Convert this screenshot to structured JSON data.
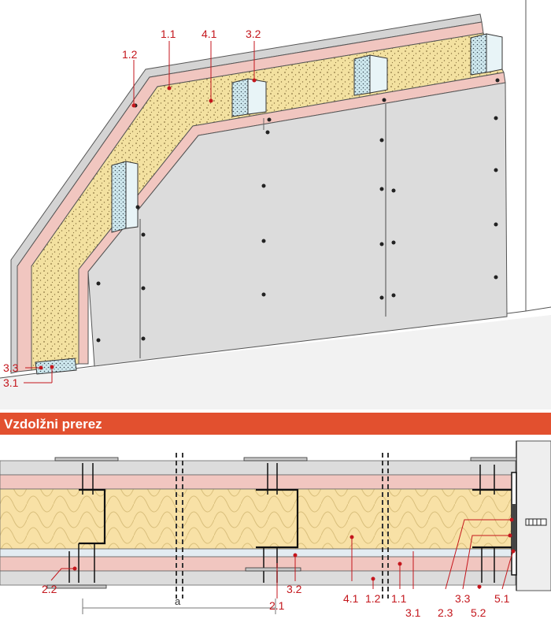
{
  "section_title": "Vzdolžni prerez",
  "dimension_label": "a",
  "colors": {
    "banner": "#e2502f",
    "leader": "#c4161c",
    "board": "#d9d9d9",
    "pink_board": "#f1c6c0",
    "insulation": "#f3e1a0",
    "profile": "#bfe0e8"
  },
  "perspective_labels": {
    "l_1_2": "1.2",
    "l_1_1": "1.1",
    "l_4_1": "4.1",
    "l_3_2": "3.2",
    "l_3_3": "3.3",
    "l_3_1": "3.1"
  },
  "section_labels": {
    "l_2_2": "2.2",
    "l_3_2": "3.2",
    "l_2_1": "2.1",
    "l_4_1": "4.1",
    "l_1_2": "1.2",
    "l_1_1": "1.1",
    "l_3_1": "3.1",
    "l_2_3": "2.3",
    "l_3_3": "3.3",
    "l_5_2": "5.2",
    "l_5_1": "5.1"
  }
}
